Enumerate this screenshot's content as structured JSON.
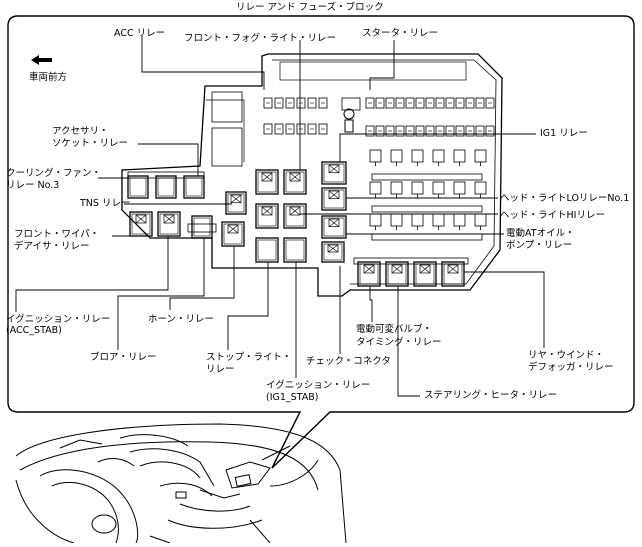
{
  "title": "リレー アンド フューズ・ブロック",
  "direction": {
    "label": "車両前方"
  },
  "labels": {
    "acc_relay": "ACC リレー",
    "front_fog": "フロント・フォグ・ライト・リレー",
    "starter": "スタータ・リレー",
    "accessory_l1": "アクセサリ・",
    "accessory_l2": "ソケット・リレー",
    "ig1": "IG1 リレー",
    "cooling_l1": "クーリング・ファン・",
    "cooling_l2": "リレー No.3",
    "tns": "TNS リレー",
    "head_lo": "ヘッド・ライトLOリレーNo.1",
    "head_hi": "ヘッド・ライトHIリレー",
    "wiper_l1": "フロント・ワイパ・",
    "wiper_l2": "デアイサ・リレー",
    "at_pump_l1": "電動ATオイル・",
    "at_pump_l2": "ポンプ・リレー",
    "ign_acc_l1": "イグニッション・リレー",
    "ign_acc_l2": "(ACC_STAB)",
    "horn": "ホーン・リレー",
    "valve_l1": "電動可変バルブ・",
    "valve_l2": "タイミング・リレー",
    "blower": "ブロア・リレー",
    "stop_l1": "ストップ・ライト・",
    "stop_l2": "リレー",
    "check": "チェック・コネクタ",
    "rear_l1": "リヤ・ウインド・",
    "rear_l2": "デフォッガ・リレー",
    "ign_ig1_l1": "イグニッション・リレー",
    "ign_ig1_l2": "(IG1_STAB)",
    "steering": "ステアリング・ヒータ・リレー"
  }
}
